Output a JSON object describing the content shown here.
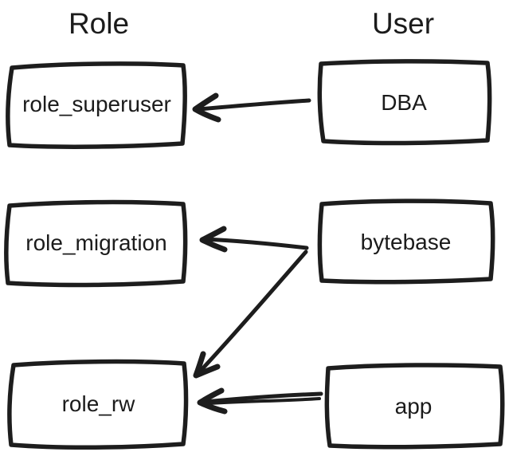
{
  "diagram": {
    "headings": {
      "role": "Role",
      "user": "User"
    },
    "roles": [
      {
        "label": "role_superuser"
      },
      {
        "label": "role_migration"
      },
      {
        "label": "role_rw"
      }
    ],
    "users": [
      {
        "label": "DBA"
      },
      {
        "label": "bytebase"
      },
      {
        "label": "app"
      }
    ],
    "edges": [
      {
        "from": "DBA",
        "to": "role_superuser"
      },
      {
        "from": "bytebase",
        "to": "role_migration"
      },
      {
        "from": "bytebase",
        "to": "role_rw"
      },
      {
        "from": "app",
        "to": "role_rw"
      }
    ],
    "colors": {
      "role_fill": "#FAE78C",
      "user_fill": "#A9D7F5",
      "stroke": "#1d1d1d",
      "background": "#ffffff"
    }
  }
}
